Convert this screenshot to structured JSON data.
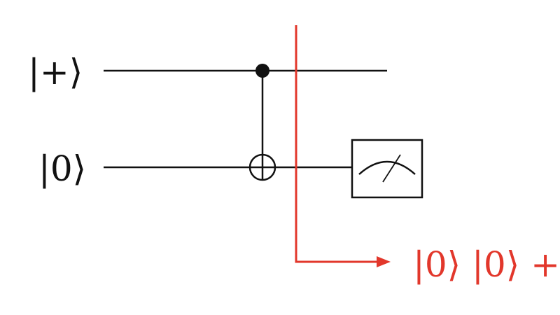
{
  "circuit": {
    "qubits": [
      {
        "label": "|+⟩"
      },
      {
        "label": "|0⟩"
      }
    ],
    "gates": [
      {
        "type": "cnot",
        "control_qubit": 0,
        "target_qubit": 1
      },
      {
        "type": "measure",
        "qubit": 1
      }
    ],
    "annotation": {
      "text": "|0⟩ |0⟩ +"
    }
  },
  "colors": {
    "wire": "#111111",
    "annotation": "#e2372b",
    "background": "#ffffff"
  }
}
